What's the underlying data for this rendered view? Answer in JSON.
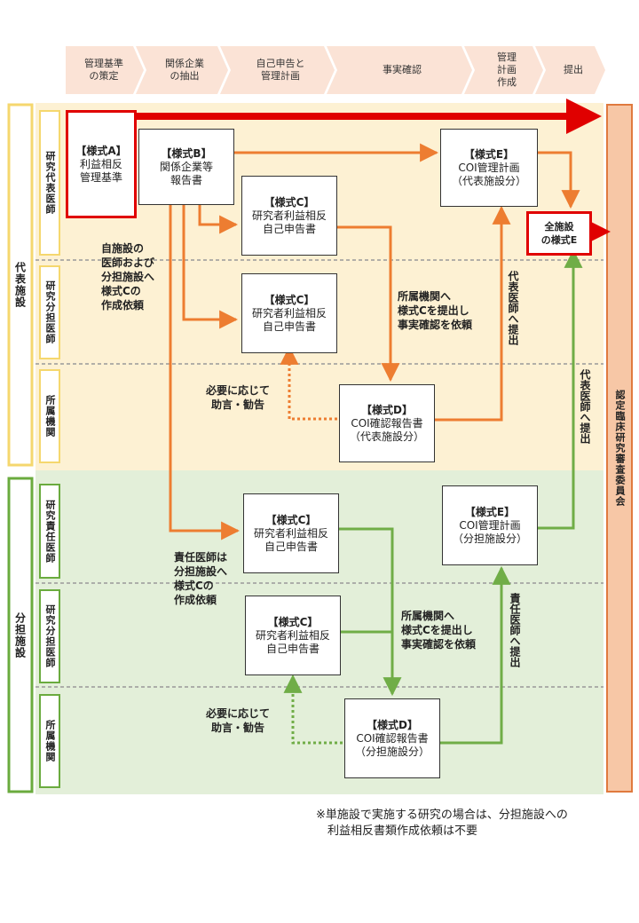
{
  "process_steps": [
    "管理基準\nの策定",
    "関係企業\nの抽出",
    "自己申告と\n管理計画",
    "事実確認",
    "管理\n計画\n作成",
    "提出"
  ],
  "sections": {
    "representative": "代表施設",
    "branch": "分担施設",
    "committee": "認定臨床研究審査委員会"
  },
  "roles": {
    "rep_pi": "研究代表医師",
    "rep_sub": "研究分担医師",
    "rep_org": "所属機関",
    "br_pi": "研究責任医師",
    "br_sub": "研究分担医師",
    "br_org": "所属機関"
  },
  "boxes": {
    "formA": {
      "title": "【様式A】",
      "line1": "利益相反",
      "line2": "管理基準"
    },
    "formB": {
      "title": "【様式B】",
      "line1": "関係企業等",
      "line2": "報告書"
    },
    "formC1": {
      "title": "【様式C】",
      "line1": "研究者利益相反",
      "line2": "自己申告書"
    },
    "formC2": {
      "title": "【様式C】",
      "line1": "研究者利益相反",
      "line2": "自己申告書"
    },
    "formD1": {
      "title": "【様式D】",
      "line1": "COI確認報告書",
      "line2": "（代表施設分）"
    },
    "formE1": {
      "title": "【様式E】",
      "line1": "COI管理計画",
      "line2": "（代表施設分）"
    },
    "allE": {
      "line1": "全施設",
      "line2": "の様式E"
    },
    "formC3": {
      "title": "【様式C】",
      "line1": "研究者利益相反",
      "line2": "自己申告書"
    },
    "formC4": {
      "title": "【様式C】",
      "line1": "研究者利益相反",
      "line2": "自己申告書"
    },
    "formD2": {
      "title": "【様式D】",
      "line1": "COI確認報告書",
      "line2": "（分担施設分）"
    },
    "formE2": {
      "title": "【様式E】",
      "line1": "COI管理計画",
      "line2": "（分担施設分）"
    }
  },
  "notes": {
    "request_rep": "自施設の\n医師および\n分担施設へ\n様式Cの\n作成依頼",
    "submit_org_rep": "所属機関へ\n様式Cを提出し\n事実確認を依頼",
    "advice_rep": "必要に応じて\n助言・勧告",
    "submit_rep_pi": "代表医師へ提出",
    "submit_rep_pi2": "代表医師へ提出",
    "request_br": "責任医師は\n分担施設へ\n様式Cの\n作成依頼",
    "submit_org_br": "所属機関へ\n様式Cを提出し\n事実確認を依頼",
    "advice_br": "必要に応じて\n助言・勧告",
    "submit_br_pi": "責任医師へ提出",
    "footnote": "※単施設で実施する研究の場合は、分担施設への\n　利益相反書類作成依頼は不要"
  },
  "colors": {
    "orange": "#ed7d31",
    "green": "#70ad47",
    "red": "#e00000",
    "rep_bg": "#fdf1d3",
    "br_bg": "#e3efd9",
    "committee_bg": "#f7c7a6",
    "step_bg": "#fbe3d6"
  }
}
